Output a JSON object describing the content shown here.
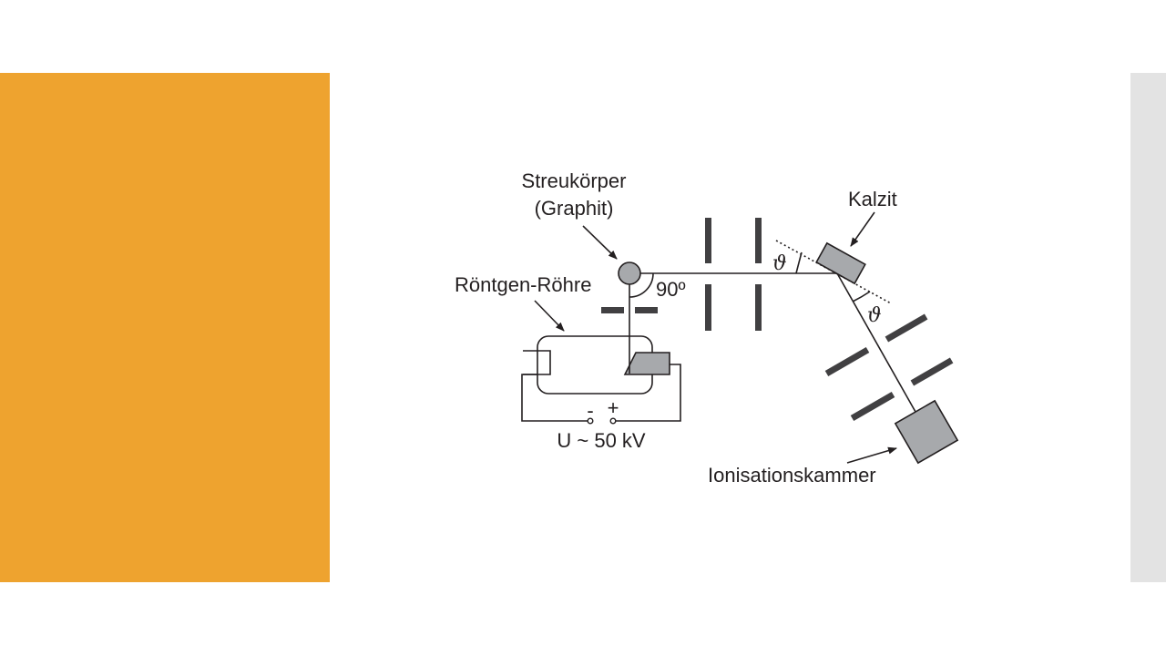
{
  "colors": {
    "accent_panel": "#EEA32F",
    "side_panel": "#E3E3E3",
    "line": "#231F20",
    "component_fill": "#A7A9AC",
    "slit_fill": "#414042"
  },
  "diagram": {
    "labels": {
      "scatterer_line1": "Streukörper",
      "scatterer_line2": "(Graphit)",
      "xray_tube": "Röntgen-Röhre",
      "angle_90": "90º",
      "calcite": "Kalzit",
      "theta_upper": "ϑ",
      "theta_lower": "ϑ",
      "minus": "-",
      "plus": "+",
      "voltage": "U ~ 50 kV",
      "ionization_chamber": "Ionisationskammer"
    }
  }
}
